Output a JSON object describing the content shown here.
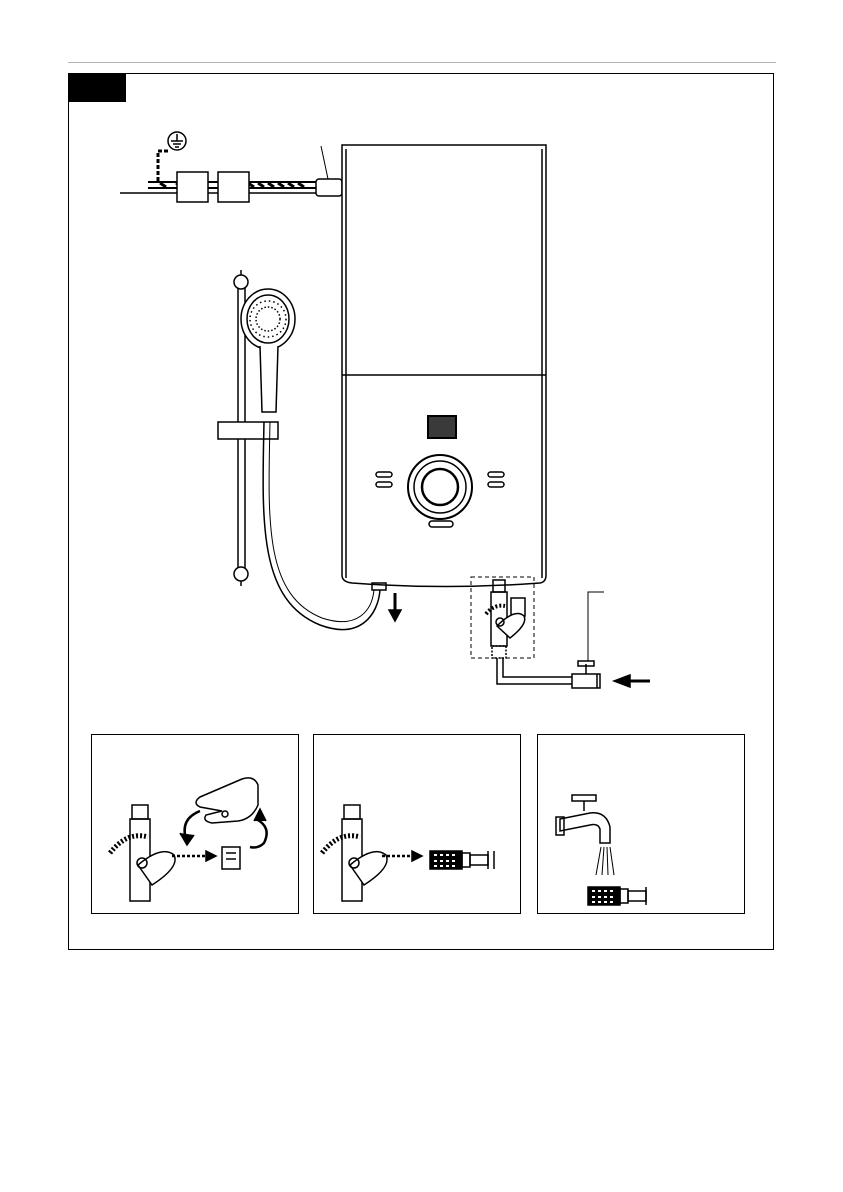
{
  "figure": {
    "label": "",
    "colors": {
      "ink": "#000000",
      "unit_fill": "#ffffff",
      "display_fill": "#3a3a3a",
      "rule": "#b5b5b5"
    },
    "icons": [
      "earth-ground-icon",
      "flow-out-arrow-icon",
      "flow-in-arrow-icon",
      "rotate-arrow-icon",
      "dotted-arrow-icon"
    ]
  },
  "steps": [
    {
      "id": "unscrew-cap",
      "icons": [
        "valve-icon",
        "hand-icon",
        "rotate-arrow-icon",
        "filter-cap-icon"
      ]
    },
    {
      "id": "remove-filter",
      "icons": [
        "valve-icon",
        "filter-mesh-icon"
      ]
    },
    {
      "id": "rinse-filter",
      "icons": [
        "tap-icon",
        "water-stream-icon",
        "filter-mesh-icon"
      ]
    }
  ]
}
